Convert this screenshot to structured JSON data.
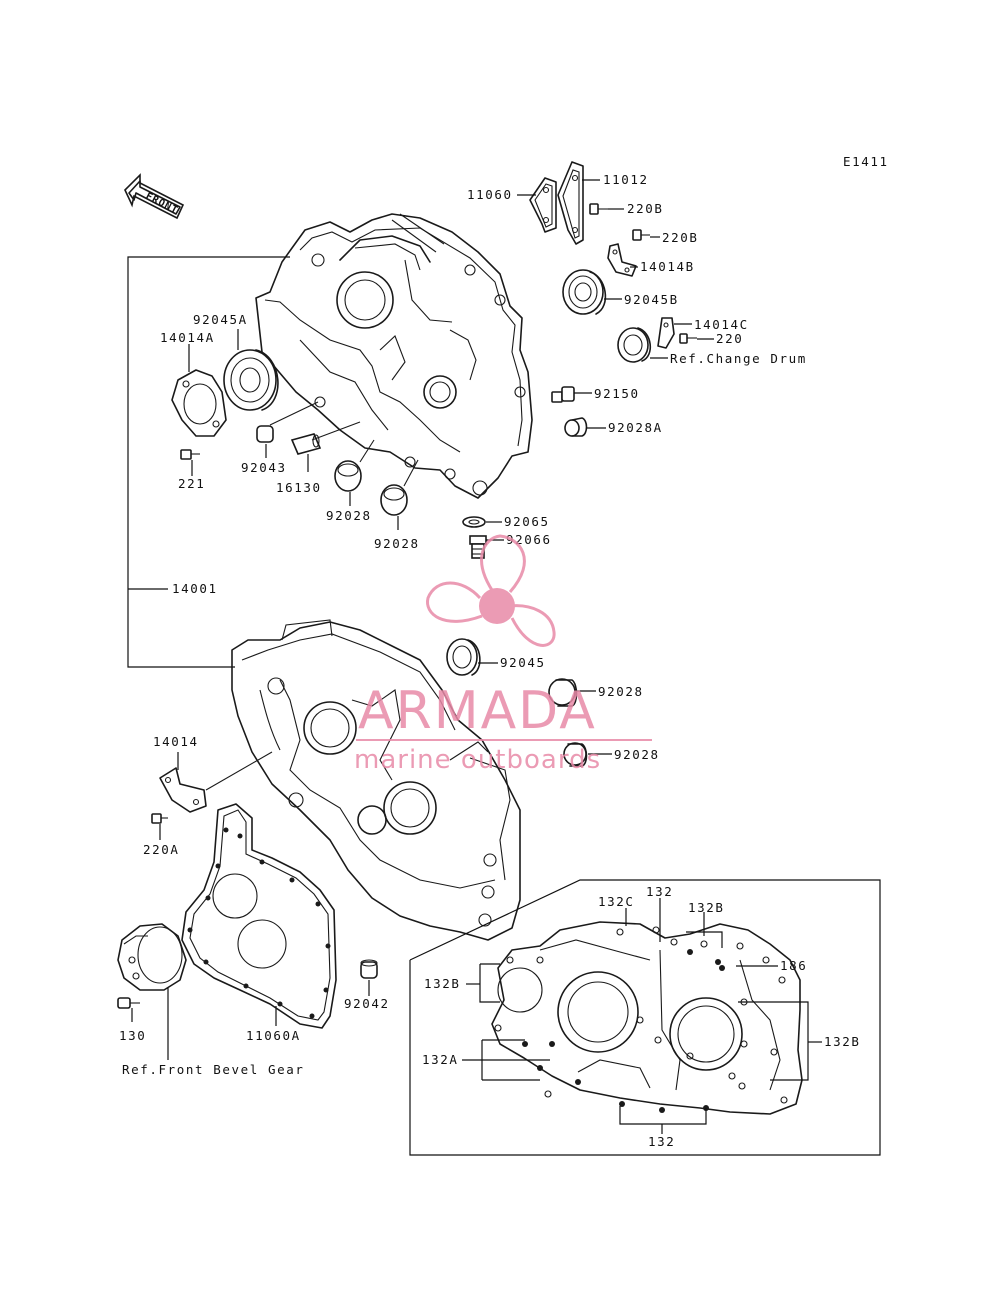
{
  "diagram_code": "E1411",
  "front_label": "FRONT",
  "parts": {
    "p11060": "11060",
    "p11012": "11012",
    "p220B_1": "220B",
    "p220B_2": "220B",
    "p14014B": "14014B",
    "p92045B": "92045B",
    "p14014C": "14014C",
    "p220": "220",
    "ref_change_drum": "Ref.Change Drum",
    "p92150": "92150",
    "p92028A": "92028A",
    "p92045A": "92045A",
    "p14014A": "14014A",
    "p92043": "92043",
    "p221": "221",
    "p16130": "16130",
    "p92028_1": "92028",
    "p92028_2": "92028",
    "p92065": "92065",
    "p92066": "92066",
    "p14001": "14001",
    "p92045": "92045",
    "p92028_3": "92028",
    "p92028_4": "92028",
    "p14014": "14014",
    "p220A": "220A",
    "p92042": "92042",
    "p130": "130",
    "p11060A": "11060A",
    "ref_front_bevel": "Ref.Front Bevel Gear"
  },
  "inset_parts": {
    "p132C": "132C",
    "p132_top": "132",
    "p132B_top": "132B",
    "p186": "186",
    "p132B_left": "132B",
    "p132B_right": "132B",
    "p132A": "132A",
    "p132_bottom": "132"
  },
  "watermark": {
    "brand": "ARMADA",
    "tagline": "marine outboards",
    "color": "#e88aa8"
  }
}
